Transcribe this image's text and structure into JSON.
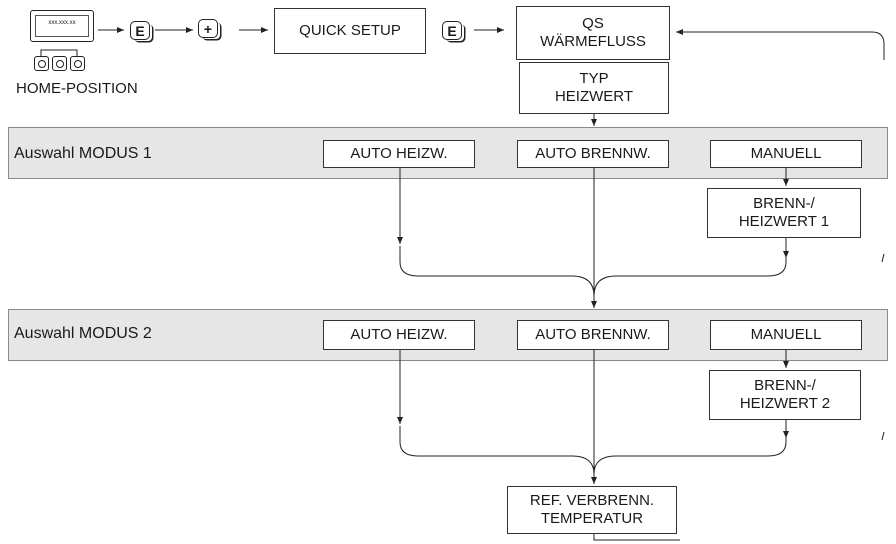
{
  "home": {
    "display_text": "xxx.xxx.xx",
    "label": "HOME-POSITION"
  },
  "keys": {
    "enter": "E",
    "plus": "+",
    "enter2": "E"
  },
  "boxes": {
    "quick_setup": "QUICK SETUP",
    "qs_line1": "QS",
    "qs_line2": "WÄRMEFLUSS",
    "typ_line1": "TYP",
    "typ_line2": "HEIZWERT",
    "ref_line1": "REF. VERBRENN.",
    "ref_line2": "TEMPERATUR"
  },
  "modus1": {
    "label": "Auswahl MODUS 1",
    "options": [
      "AUTO HEIZW.",
      "AUTO BRENNW.",
      "MANUELL"
    ],
    "sub_line1": "BRENN-/",
    "sub_line2": "HEIZWERT 1"
  },
  "modus2": {
    "label": "Auswahl MODUS 2",
    "options": [
      "AUTO HEIZW.",
      "AUTO BRENNW.",
      "MANUELL"
    ],
    "sub_line1": "BRENN-/",
    "sub_line2": "HEIZWERT 2"
  }
}
